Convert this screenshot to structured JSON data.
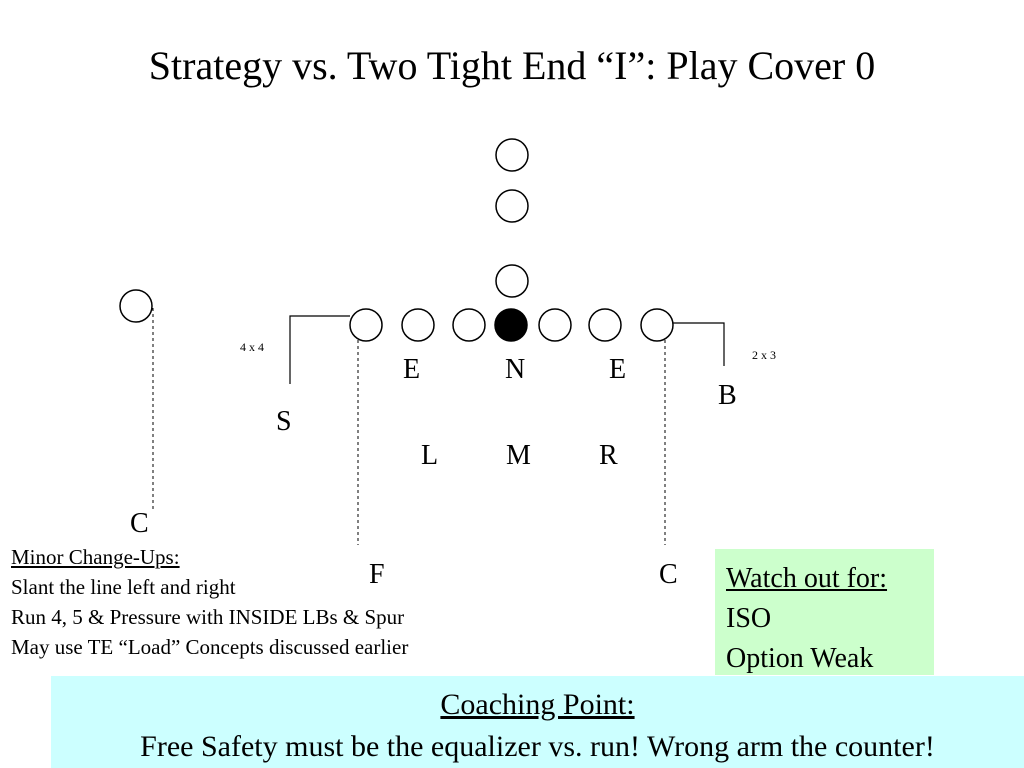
{
  "slide": {
    "title": "Strategy vs. Two Tight End “I”: Play Cover 0"
  },
  "offense": {
    "fill_colors": {
      "player": "#ffffff",
      "ball": "#000000"
    },
    "players": [
      "backfield-deep",
      "backfield-mid",
      "backfield-near",
      "tight-end-left",
      "tackle-left",
      "guard-left",
      "center",
      "guard-right",
      "tackle-right",
      "tight-end-right",
      "split-end-left"
    ]
  },
  "defense": {
    "labels": {
      "end_left": "E",
      "nose": "N",
      "end_right": "E",
      "linebacker_left": "L",
      "linebacker_mid": "M",
      "linebacker_right": "R",
      "strong": "S",
      "backer": "B",
      "corner_left": "C",
      "free": "F",
      "corner_right": "C"
    },
    "technique_left": "4 x 4",
    "technique_right": "2 x 3"
  },
  "notes": {
    "heading": "Minor Change-Ups:",
    "lines": [
      "Slant the line left and right",
      "Run 4, 5 & Pressure with INSIDE LBs & Spur",
      "May use TE “Load” Concepts discussed earlier"
    ]
  },
  "watch": {
    "heading": "Watch out for:",
    "items": [
      "ISO",
      "Option Weak"
    ]
  },
  "coaching": {
    "heading": "Coaching Point:",
    "text": "Free Safety must be the equalizer vs. run! Wrong arm the counter!"
  },
  "colors": {
    "watch_bg": "#ccffcc",
    "coach_bg": "#ccffff"
  }
}
